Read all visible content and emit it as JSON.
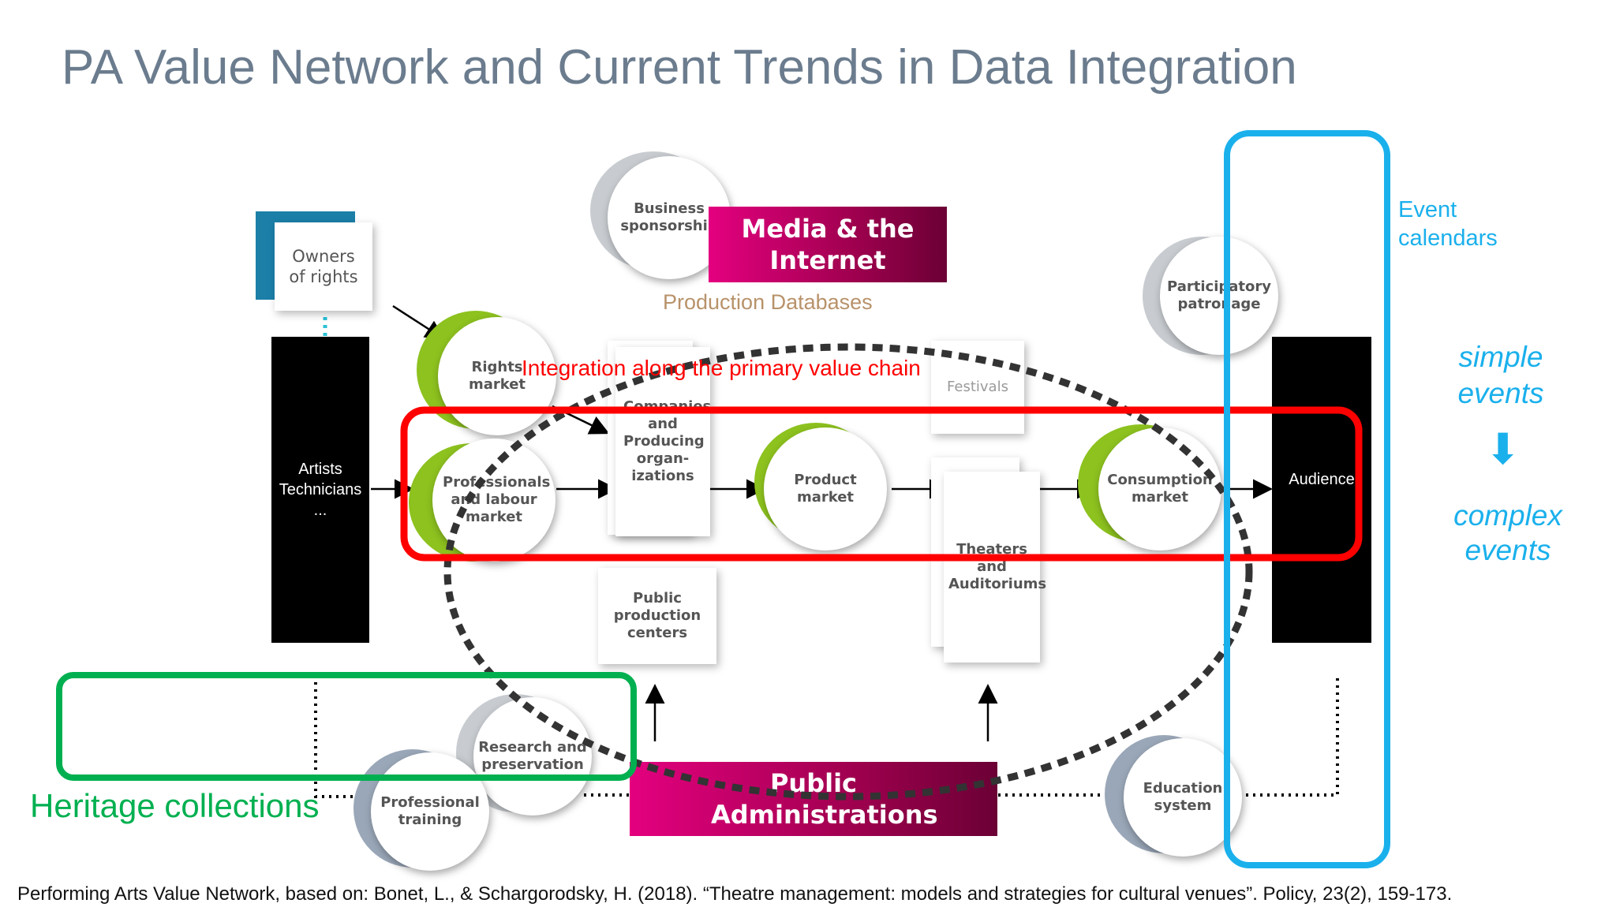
{
  "slide": {
    "title": "PA Value Network and Current Trends in Data Integration",
    "footnote": "Performing Arts Value Network, based on: Bonet, L., & Schargorodsky, H. (2018). “Theatre management: models and strategies for cultural venues”. Policy, 23(2), 159-173."
  },
  "diagram": {
    "owners_of_rights": "Owners of rights",
    "artists": "Artists Technicians ...",
    "rights_market": "Rights market",
    "professionals_market": "Professionals and labour market",
    "companies": "Companies and Producing organ-izations",
    "public_production": "Public production centers",
    "product_market": "Product market",
    "festivals": "Festivals",
    "theaters": "Theaters and Auditoriums",
    "consumption_market": "Consumption market",
    "audience": "Audience",
    "participatory": "Participatory patronage",
    "business_sponsorship": "Business sponsorship",
    "media": "Media & the Internet",
    "research": "Research and preservation",
    "professional_training": "Professional training",
    "public_admin": "Public Administrations",
    "education": "Education system"
  },
  "overlays": {
    "production_databases": "Production Databases",
    "integration_label": "Integration along the primary value chain",
    "heritage": "Heritage collections",
    "event_calendars": "Event calendars",
    "simple_events": "simple events",
    "complex_events": "complex events",
    "down_arrow": "⬇"
  },
  "colors": {
    "title": "#6b7c8e",
    "red": "#ff0000",
    "green": "#00b050",
    "blue": "#1ab0ec",
    "tan": "#b8926a",
    "magenta": "#e4007f",
    "lime": "#8dc21f"
  }
}
